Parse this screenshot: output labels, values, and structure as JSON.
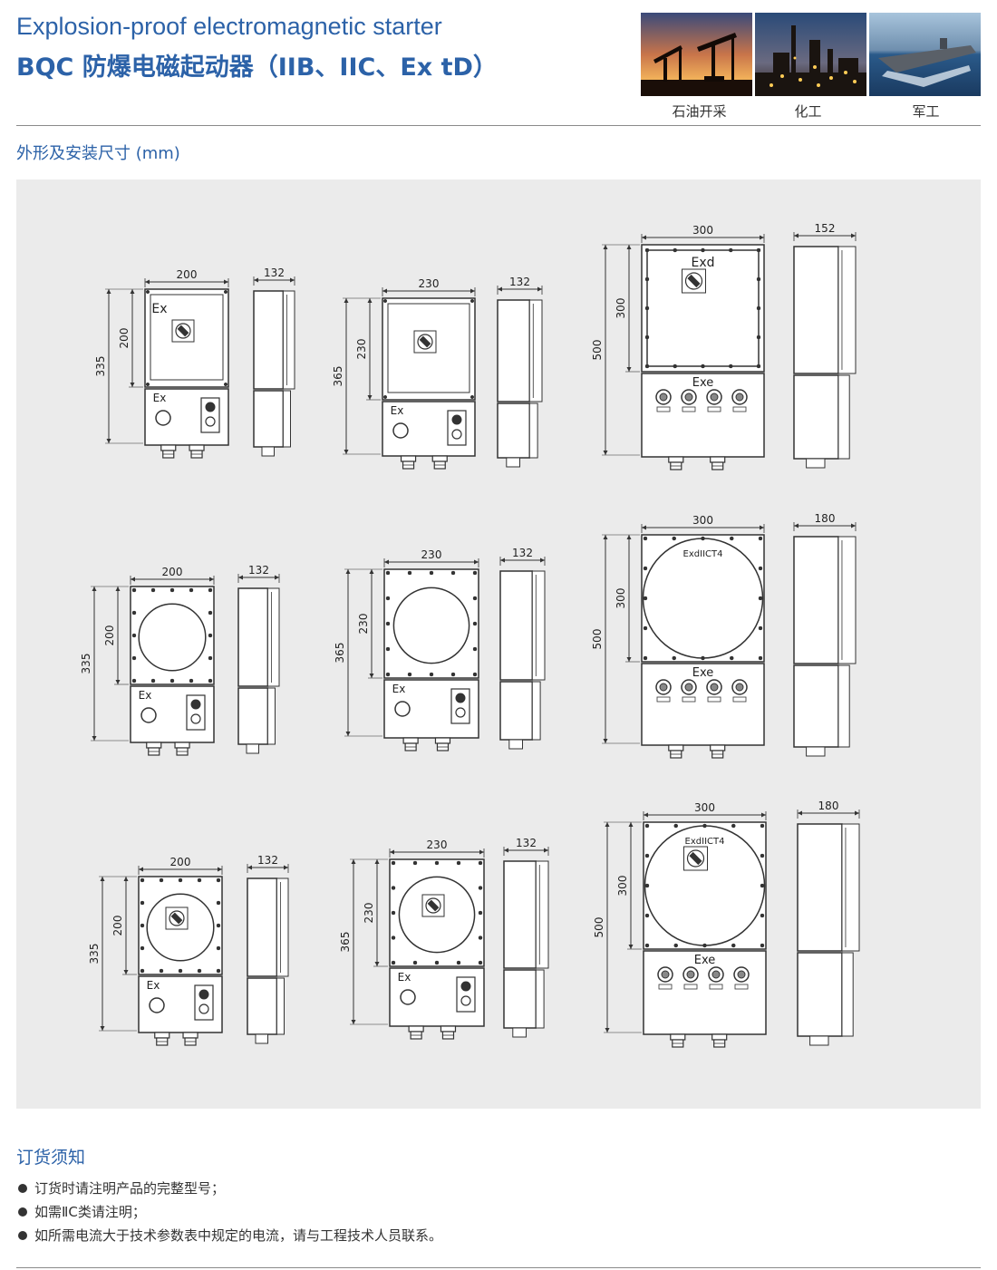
{
  "header": {
    "title_en": "Explosion-proof electromagnetic starter",
    "title_cn": "BQC 防爆电磁起动器（IIB、IIC、Ex tD）",
    "photos": [
      {
        "caption": "石油开采",
        "icon": "oil-pump-photo"
      },
      {
        "caption": "化工",
        "icon": "chemical-plant-photo"
      },
      {
        "caption": "军工",
        "icon": "aircraft-carrier-photo"
      }
    ]
  },
  "dimensions_section": {
    "title": "外形及安装尺寸 (mm)",
    "drawings": [
      {
        "front": {
          "width": "200",
          "total_height": "335",
          "upper_height": "200",
          "upper_label": "Ex",
          "lower_label": "Ex"
        },
        "side": {
          "depth": "132"
        }
      },
      {
        "front": {
          "width": "230",
          "total_height": "365",
          "upper_height": "230",
          "lower_label": "Ex"
        },
        "side": {
          "depth": "132"
        }
      },
      {
        "front": {
          "width": "300",
          "total_height": "500",
          "upper_height": "300",
          "upper_label": "Exd",
          "lower_label": "Exe"
        },
        "side": {
          "depth": "152"
        }
      },
      {
        "front": {
          "width": "200",
          "total_height": "335",
          "upper_height": "200",
          "lower_label": "Ex"
        },
        "side": {
          "depth": "132"
        }
      },
      {
        "front": {
          "width": "230",
          "total_height": "365",
          "upper_height": "230",
          "lower_label": "Ex"
        },
        "side": {
          "depth": "132"
        }
      },
      {
        "front": {
          "width": "300",
          "total_height": "500",
          "upper_height": "300",
          "upper_label": "ExdIICT4",
          "lower_label": "Exe"
        },
        "side": {
          "depth": "180"
        }
      },
      {
        "front": {
          "width": "200",
          "total_height": "335",
          "upper_height": "200",
          "lower_label": "Ex"
        },
        "side": {
          "depth": "132"
        }
      },
      {
        "front": {
          "width": "230",
          "total_height": "365",
          "upper_height": "230",
          "lower_label": "Ex"
        },
        "side": {
          "depth": "132"
        }
      },
      {
        "front": {
          "width": "300",
          "total_height": "500",
          "upper_height": "300",
          "upper_label": "ExdIICT4",
          "lower_label": "Exe"
        },
        "side": {
          "depth": "180"
        }
      }
    ]
  },
  "order_section": {
    "title": "订货须知",
    "notes": [
      "订货时请注明产品的完整型号；",
      "如需ⅡC类请注明；",
      "如所需电流大于技术参数表中规定的电流，请与工程技术人员联系。"
    ]
  }
}
